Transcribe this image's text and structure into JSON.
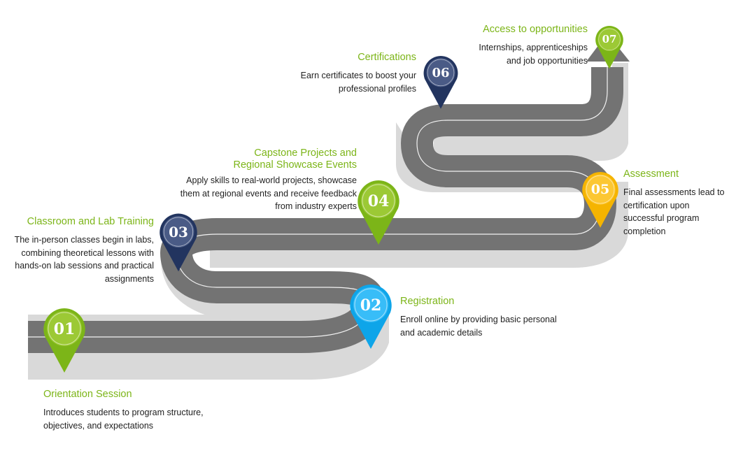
{
  "diagram": {
    "type": "roadmap",
    "colors": {
      "road": "#737373",
      "road_shadow": "#d9d9d9",
      "road_line": "#f2f2f2",
      "title": "#7cb518",
      "text": "#222222"
    },
    "steps": [
      {
        "number": "01",
        "title": "Orientation Session",
        "description": "Introduces students to program structure, objectives, and expectations",
        "pin_color": "#7cb518",
        "pin_inner": "#9cc935"
      },
      {
        "number": "02",
        "title": "Registration",
        "description": "Enroll online by providing basic personal and academic details",
        "pin_color": "#0ea5e9",
        "pin_inner": "#38bdf8"
      },
      {
        "number": "03",
        "title": "Classroom and Lab Training",
        "description": "The in-person classes begin in labs, combining theoretical lessons with hands-on lab sessions and practical assignments",
        "pin_color": "#22345f",
        "pin_inner": "#4a5b86"
      },
      {
        "number": "04",
        "title": "Capstone Projects and Regional Showcase Events",
        "description": "Apply skills to real-world projects, showcase them at regional events and receive feedback from industry experts",
        "pin_color": "#7cb518",
        "pin_inner": "#9cc935"
      },
      {
        "number": "05",
        "title": "Assessment",
        "description": "Final assessments lead to certification upon successful program completion",
        "pin_color": "#f5b400",
        "pin_inner": "#fcc733"
      },
      {
        "number": "06",
        "title": "Certifications",
        "description": "Earn certificates to boost your professional profiles",
        "pin_color": "#22345f",
        "pin_inner": "#4a5b86"
      },
      {
        "number": "07",
        "title": "Access to opportunities",
        "description": "Internships, apprenticeships and job opportunities",
        "pin_color": "#7cb518",
        "pin_inner": "#9cc935"
      }
    ]
  }
}
